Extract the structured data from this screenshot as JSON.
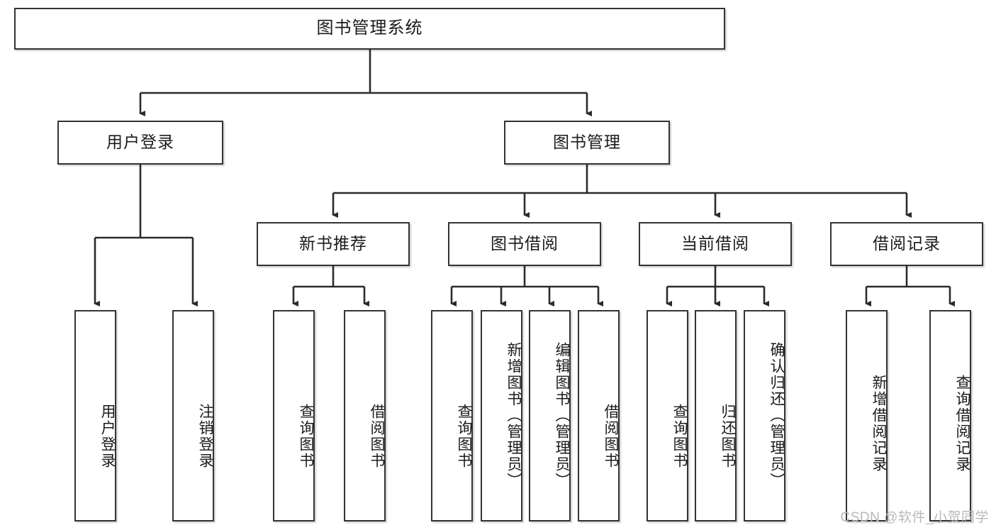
{
  "diagram": {
    "title_node": {
      "label": "图书管理系统"
    },
    "level2": [
      {
        "id": "user-login",
        "label": "用户登录"
      },
      {
        "id": "book-management",
        "label": "图书管理"
      }
    ],
    "level3": [
      {
        "id": "new-book-recommend",
        "label": "新书推荐"
      },
      {
        "id": "book-borrow",
        "label": "图书借阅"
      },
      {
        "id": "current-borrow",
        "label": "当前借阅"
      },
      {
        "id": "borrow-record",
        "label": "借阅记录"
      }
    ],
    "leaves": [
      {
        "id": "leaf-user-login",
        "parent": "user-login",
        "label": "用户登录"
      },
      {
        "id": "leaf-logout-login",
        "parent": "user-login",
        "label": "注销登录"
      },
      {
        "id": "leaf-query-book-1",
        "parent": "new-book-recommend",
        "label": "查询图书"
      },
      {
        "id": "leaf-borrow-book-1",
        "parent": "new-book-recommend",
        "label": "借阅图书"
      },
      {
        "id": "leaf-query-book-2",
        "parent": "book-borrow",
        "label": "查询图书"
      },
      {
        "id": "leaf-add-book",
        "parent": "book-borrow",
        "label": "新增图书（管理员）"
      },
      {
        "id": "leaf-edit-book",
        "parent": "book-borrow",
        "label": "编辑图书（管理员）"
      },
      {
        "id": "leaf-borrow-book-2",
        "parent": "book-borrow",
        "label": "借阅图书"
      },
      {
        "id": "leaf-query-book-3",
        "parent": "current-borrow",
        "label": "查询图书"
      },
      {
        "id": "leaf-return-book",
        "parent": "current-borrow",
        "label": "归还图书"
      },
      {
        "id": "leaf-confirm-return",
        "parent": "current-borrow",
        "label": "确认归还（管理员）"
      },
      {
        "id": "leaf-add-record",
        "parent": "borrow-record",
        "label": "新增借阅记录"
      },
      {
        "id": "leaf-query-record",
        "parent": "borrow-record",
        "label": "查询借阅记录"
      }
    ],
    "colors": {
      "node_border": "#333333",
      "node_fill": "#ffffff",
      "edge": "#2b2b2b",
      "text": "#1b1b1b",
      "watermark": "#b9b9b9"
    }
  },
  "watermark": {
    "text": "CSDN @软件_小贺同学"
  }
}
